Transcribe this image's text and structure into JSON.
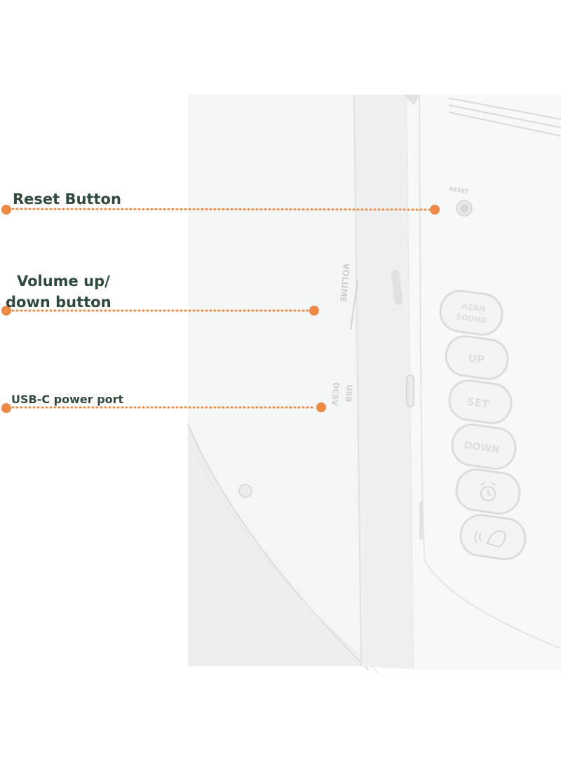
{
  "colors": {
    "accent_orange": "#ef8a45",
    "label_green": "#2f4a3a",
    "device_white": "#f6f7f7",
    "device_edge": "#dfe2e3"
  },
  "callouts": {
    "reset": {
      "label": "Reset Button"
    },
    "volume": {
      "line1": "Volume up/",
      "line2": "down button"
    },
    "usb": {
      "label": "USB-C power port"
    }
  },
  "device": {
    "reset_marking": "RESET",
    "volume_marking": "VOLUME",
    "usb_marking": "DC5V",
    "usb_marking_2": "USB",
    "buttons": [
      {
        "label_line1": "AZAN",
        "label_line2": "SOUND",
        "name": "azan-sound-button"
      },
      {
        "label_line1": "UP",
        "name": "up-button"
      },
      {
        "label_line1": "SET",
        "name": "set-button"
      },
      {
        "label_line1": "DOWN",
        "name": "down-button"
      }
    ],
    "icon_buttons": [
      {
        "icon": "alarm-clock-icon",
        "name": "alarm-button"
      },
      {
        "icon": "bell-sound-icon",
        "name": "sound-button"
      }
    ]
  }
}
